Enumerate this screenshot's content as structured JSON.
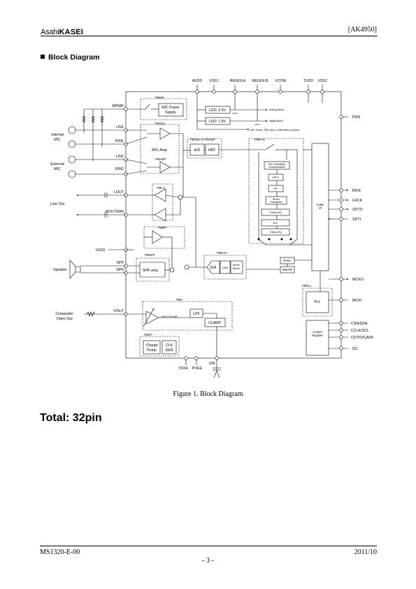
{
  "header": {
    "logo_light": "Asahi",
    "logo_bold": "KASEI",
    "doc_code": "[AK4950]"
  },
  "section_title": "Block Diagram",
  "diagram": {
    "top_pins": [
      "AVDD",
      "VSS1",
      "REGFILA",
      "REGFILB",
      "VCOM",
      "TVDD",
      "VSS2"
    ],
    "left_pins": [
      "MPWR",
      "LIN1",
      "RIN1",
      "LIN2",
      "RIN2",
      "LOUT",
      "ROUT/MIN",
      "VSS3",
      "SPP",
      "SPN",
      "VOUT"
    ],
    "right_pins": [
      "PDN",
      "BICK",
      "LRCK",
      "SDTO",
      "SDTI",
      "MCKO",
      "MCKI",
      "CSN/SDA",
      "CCLK/SCL",
      "CDTIO/CAD0",
      "I2C"
    ],
    "bottom_pins": [
      "VSS4",
      "PVEE",
      "VIN"
    ],
    "external_labels": {
      "internal_mic": "Internal\nMIC",
      "external_mic": "External\nMIC",
      "line_out": "Line Out",
      "speaker": "Speaker",
      "composite": "Composite\nVideo Out"
    },
    "blocks": {
      "pmmp": "PMMP",
      "mic_power": "MIC Power\nSupply",
      "ldo1": "LDO: 2.3V",
      "ldo2": "LDO: 1.8V",
      "analog_block": "Analog Block",
      "digital_block": "Digital Block",
      "mic_power_note": "MIC Power, SPK-Amp, LINE/Video-out-Amp",
      "pmpfil": "PMPFIL",
      "pmadl": "PMADL",
      "pmadl_pmadr": "PMADL or PMADR",
      "mic_amp": "MIC-Amp",
      "pmadr": "PMADR",
      "ad": "A/D",
      "hpf": "HPF",
      "mic_sens": "MIC Sensitivity\nCompensation",
      "hpf2": "HPF2",
      "lpf_dsp": "LPF",
      "stereo_sep": "Stereo\nSeparation",
      "eq5": "5 Band EQ",
      "alc": "ALC",
      "band1": "1 Band EQ",
      "audio_if": "Audio\nI/F",
      "pmlo": "PMLO",
      "pmbp": "PMBP",
      "pmspk": "PMSPK",
      "spk_amp": "SPK-amp",
      "pmdac": "PMDAC",
      "da": "D/A",
      "dem": "DEM",
      "mono_stereo": "Mono/\nStereo",
      "dvol": "DVOL",
      "smute": "SMUTE",
      "pmpll": "PMPLL",
      "pll": "PLL",
      "pmv": "PMV",
      "gain": "-6/9/12/16.5dB",
      "lpf_video": "LPF",
      "clamp": "CLAMP",
      "pmcp": "PMCP",
      "charge_pump": "Charge\nPump",
      "clk_gen": "CLK\nGEN",
      "control_register": "Control\nRegister"
    }
  },
  "figure_caption": "Figure 1. Block Diagram",
  "total": "Total: 32pin",
  "footer": {
    "doc_number": "MS1320-E-00",
    "page": "- 3 -",
    "date": "2011/10"
  }
}
